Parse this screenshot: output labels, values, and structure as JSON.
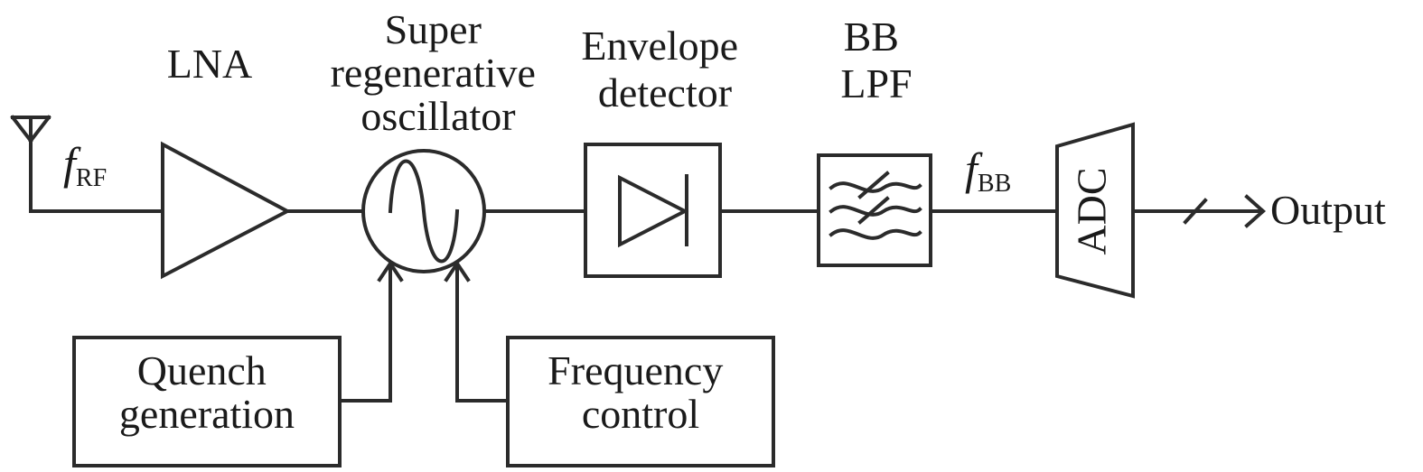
{
  "blocks": {
    "lna": {
      "label": "LNA"
    },
    "sro": {
      "label_lines": [
        "Super",
        "regenerative",
        "oscillator"
      ]
    },
    "envelope_detector": {
      "label_lines": [
        "Envelope",
        "detector"
      ]
    },
    "bb_lpf": {
      "label_lines": [
        "BB",
        "LPF"
      ]
    },
    "adc": {
      "label": "ADC"
    },
    "quench": {
      "label_lines": [
        "Quench",
        "generation"
      ]
    },
    "frequency_control": {
      "label_lines": [
        "Frequency",
        "control"
      ]
    }
  },
  "signals": {
    "rf": {
      "symbol": "f",
      "subscript": "RF"
    },
    "bb": {
      "symbol": "f",
      "subscript": "BB"
    }
  },
  "output": {
    "label": "Output"
  }
}
